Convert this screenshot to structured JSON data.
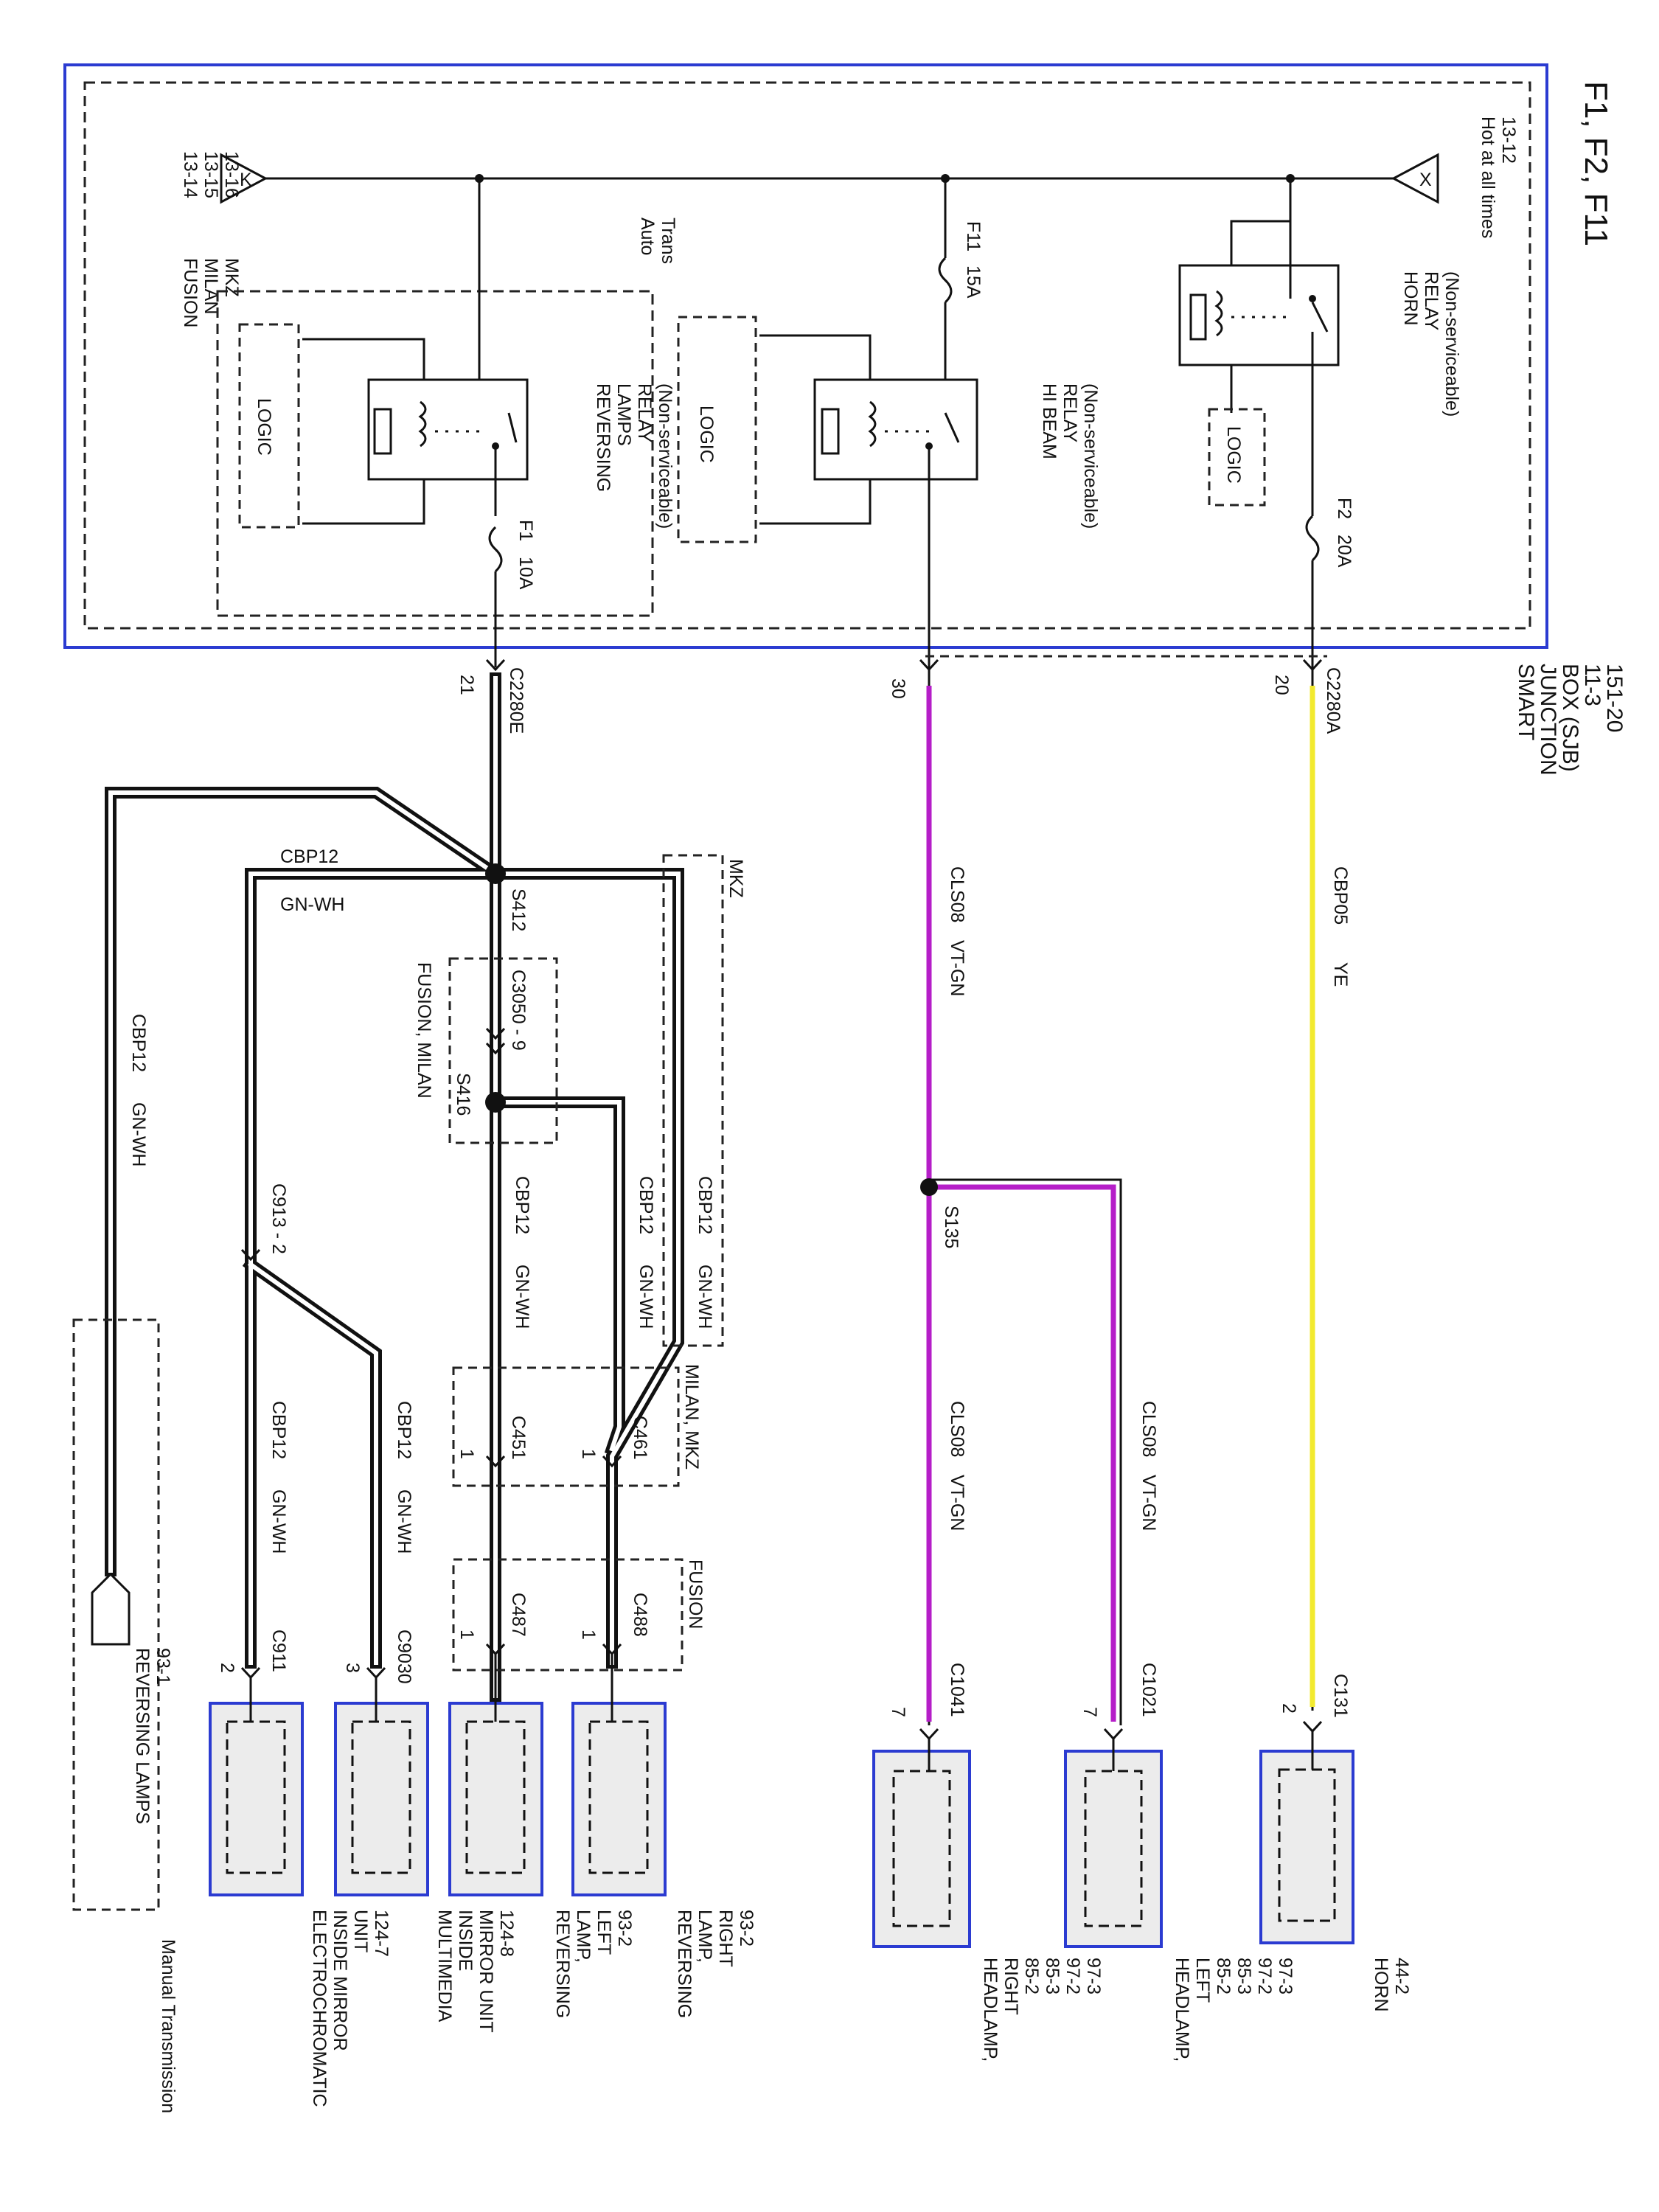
{
  "title": "F1, F2, F11",
  "sjb": {
    "label_lines": [
      "SMART",
      "JUNCTION",
      "BOX (SJB)",
      "11-3",
      "151-20"
    ],
    "hot_label": "Hot at all times",
    "hot_ref": "13-12",
    "flag_x": "X",
    "flag_k": "K",
    "flag_k_refs": [
      "13-14",
      "13-15",
      "13-16"
    ],
    "vehicle_note": [
      "FUSION",
      "MILAN",
      "MKZ"
    ],
    "auto_trans": [
      "Auto",
      "Trans"
    ]
  },
  "relays": [
    {
      "id": "horn",
      "lines": [
        "HORN",
        "RELAY",
        "(Non-serviceable)"
      ],
      "logic": "LOGIC"
    },
    {
      "id": "hibeam",
      "lines": [
        "HI BEAM",
        "RELAY",
        "(Non-serviceable)"
      ],
      "logic": "LOGIC"
    },
    {
      "id": "reversing",
      "lines": [
        "REVERSING",
        "LAMPS",
        "RELAY",
        "(Non-serviceable)"
      ],
      "logic": "LOGIC"
    }
  ],
  "fuses": [
    {
      "id": "F2",
      "rating": "20A"
    },
    {
      "id": "F11",
      "rating": "15A"
    },
    {
      "id": "F1",
      "rating": "10A"
    }
  ],
  "connectors": {
    "c2280a": {
      "name": "C2280A",
      "pin": "20"
    },
    "c2280e": {
      "name": "C2280E",
      "pin": "21"
    },
    "pin30": "30",
    "c131": {
      "name": "C131",
      "pin": "2"
    },
    "c1021": {
      "name": "C1021",
      "pin": "7"
    },
    "c1041": {
      "name": "C1041",
      "pin": "7"
    },
    "c3050": "C3050 - 9",
    "c451": {
      "name": "C451",
      "pin": "1"
    },
    "c461": {
      "name": "C461",
      "pin": "1"
    },
    "c487": {
      "name": "C487",
      "pin": "1"
    },
    "c488": {
      "name": "C488",
      "pin": "1"
    },
    "c913": "C913 - 2",
    "c9030": {
      "name": "C9030",
      "pin": "3"
    },
    "c911": {
      "name": "C911",
      "pin": "2"
    }
  },
  "splices": {
    "s412": "S412",
    "s416": "S416",
    "s135": "S135"
  },
  "wires": {
    "cbp05": {
      "circuit": "CBP05",
      "color": "YE"
    },
    "cls08": {
      "circuit": "CLS08",
      "color": "VT-GN"
    },
    "cbp12": {
      "circuit": "CBP12",
      "color": "GN-WH"
    }
  },
  "zones": {
    "fusion_milan": "FUSION, MILAN",
    "mkz": "MKZ",
    "milan_mkz": "MILAN, MKZ",
    "fusion": "FUSION",
    "manual_trans": "Manual Transmission"
  },
  "components": {
    "horn": [
      "HORN",
      "44-2"
    ],
    "headlamp_left": [
      "HEADLAMP,",
      "LEFT",
      "85-2",
      "85-3",
      "97-2",
      "97-3"
    ],
    "headlamp_right": [
      "HEADLAMP,",
      "RIGHT",
      "85-2",
      "85-3",
      "97-2",
      "97-3"
    ],
    "rev_lamp_right": [
      "REVERSING",
      "LAMP,",
      "RIGHT",
      "93-2"
    ],
    "rev_lamp_left": [
      "REVERSING",
      "LAMP,",
      "LEFT",
      "93-2"
    ],
    "multimedia_mirror": [
      "MULTIMEDIA",
      "INSIDE",
      "MIRROR UNIT",
      "124-8"
    ],
    "ec_mirror": [
      "ELECTROCHROMATIC",
      "INSIDE MIRROR",
      "UNIT",
      "124-7"
    ],
    "reversing_lamps_ref": [
      "REVERSING LAMPS",
      "93-1"
    ]
  },
  "colors": {
    "frame_blue": "#2b3bd1",
    "wire_yellow": "#f2ea2f",
    "wire_violet": "#b51ec8",
    "component_fill": "#ececec"
  }
}
